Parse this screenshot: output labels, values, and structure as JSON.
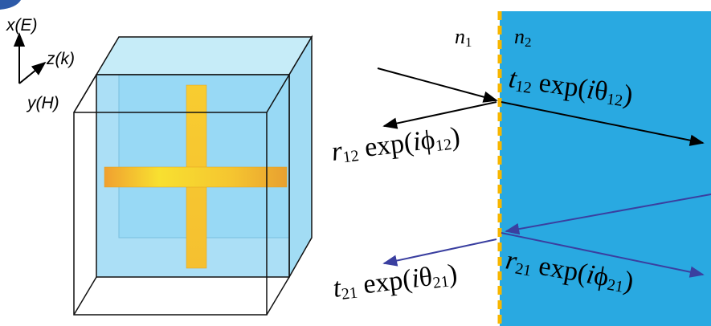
{
  "axes": {
    "x_label": "x(E)",
    "z_label": "z(k)",
    "y_label": "y(H)"
  },
  "media": {
    "n1_symbol": "n",
    "n1_sub": "1",
    "n2_symbol": "n",
    "n2_sub": "2"
  },
  "labels": {
    "t12": {
      "sym": "t",
      "sub": "12",
      "func": " exp(",
      "i": "i",
      "greek": "θ",
      "gsub": "12",
      "close": ")"
    },
    "r12": {
      "sym": "r",
      "sub": "12",
      "func": " exp(",
      "i": "i",
      "greek": "ϕ",
      "gsub": "12",
      "close": ")"
    },
    "r21": {
      "sym": "r",
      "sub": "21",
      "func": " exp(",
      "i": "i",
      "greek": "ϕ",
      "gsub": "21",
      "close": ")"
    },
    "t21": {
      "sym": "t",
      "sub": "21",
      "func": " exp(",
      "i": "i",
      "greek": "θ",
      "gsub": "21",
      "close": ")"
    }
  },
  "colors": {
    "medium2": "#29a9e1",
    "cube_fill": "#aee3f8",
    "cross": "#f5c830",
    "interface_dash": "#f7b600",
    "arrow_black": "#000000",
    "arrow_blue": "#3a3fa0"
  }
}
